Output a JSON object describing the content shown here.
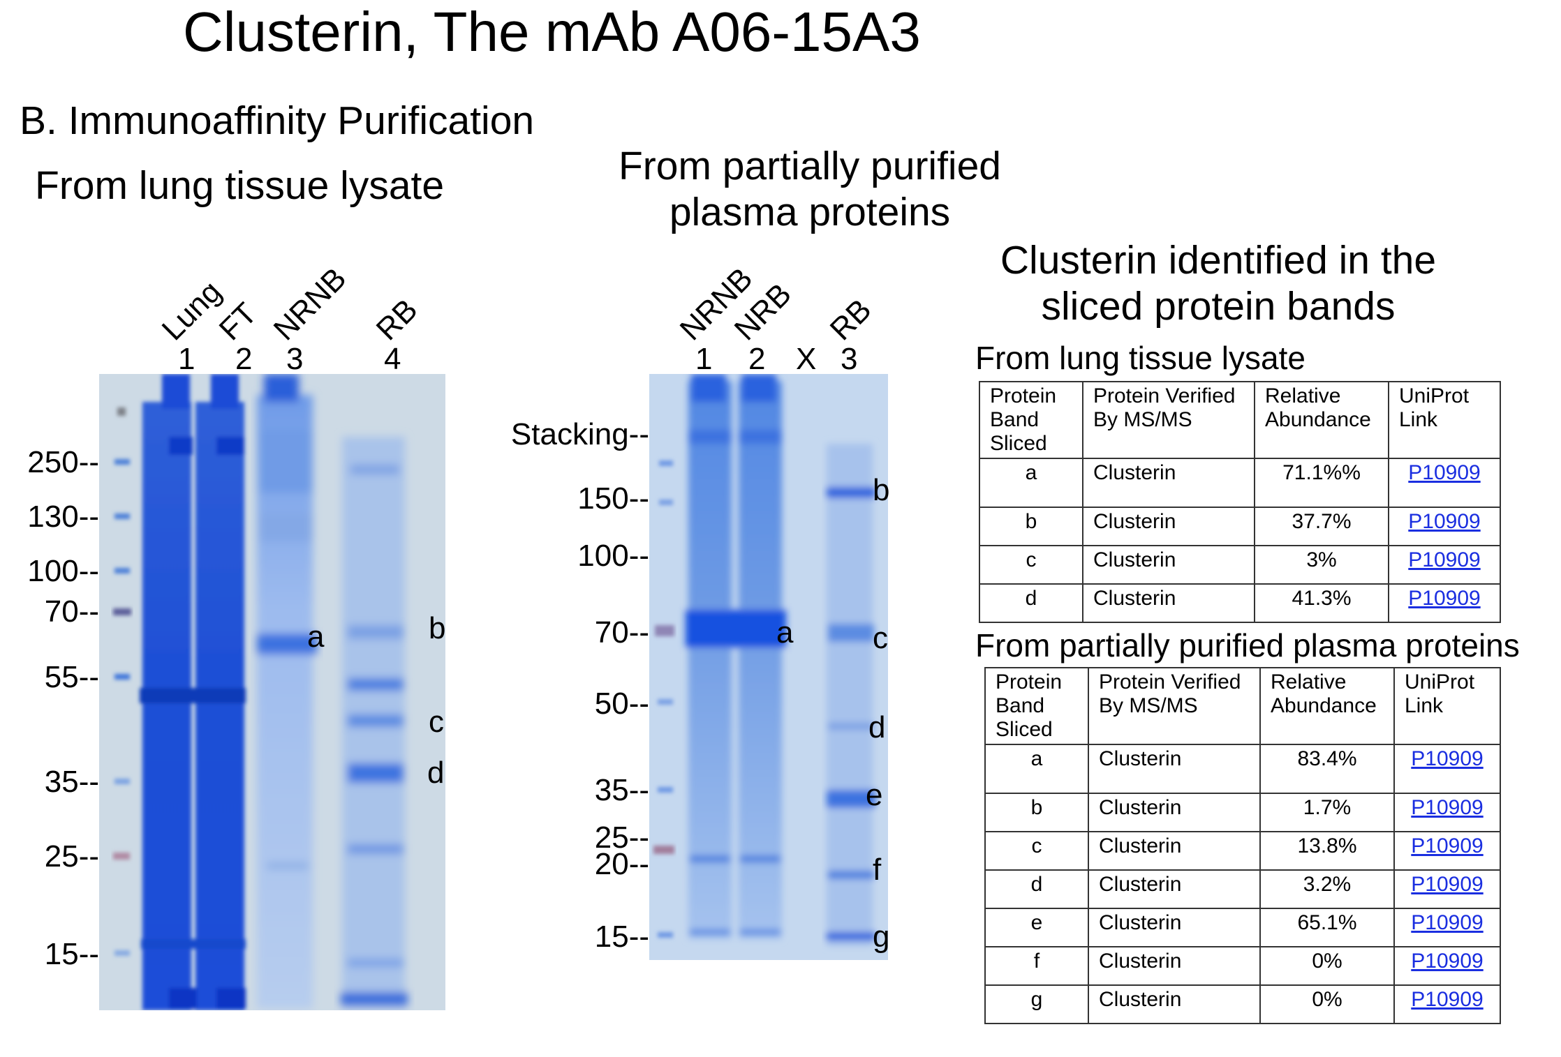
{
  "title": "Clusterin, The mAb A06-15A3",
  "section": "B. Immunoaffinity Purification",
  "gel1": {
    "caption": "From lung tissue lysate",
    "lane_names": [
      "Lung",
      "FT",
      "NRNB",
      "RB"
    ],
    "lane_numbers": [
      "1",
      "2",
      "3",
      "4"
    ],
    "markers": [
      "250--",
      "130--",
      "100--",
      "70--",
      "55--",
      "35--",
      "25--",
      "15--"
    ],
    "bands": [
      "a",
      "b",
      "c",
      "d"
    ]
  },
  "gel2": {
    "caption": "From partially purified plasma proteins",
    "lane_names": [
      "NRNB",
      "NRB",
      "RB"
    ],
    "lane_numbers": [
      "1",
      "2",
      "X",
      "3"
    ],
    "markers": [
      "Stacking--",
      "150--",
      "100--",
      "70--",
      "50--",
      "35--",
      "25--",
      "20--",
      "15--"
    ],
    "bands": [
      "a",
      "b",
      "c",
      "d",
      "e",
      "f",
      "g"
    ]
  },
  "results": {
    "heading": "Clusterin identified in the sliced protein bands",
    "headers": [
      "Protein Band Sliced",
      "Protein Verified By MS/MS",
      "Relative Abundance",
      "UniProt Link"
    ],
    "table1": {
      "caption": "From lung tissue lysate",
      "rows": [
        {
          "band": "a",
          "protein": "Clusterin",
          "abundance": "71.1%%",
          "link": "P10909"
        },
        {
          "band": "b",
          "protein": "Clusterin",
          "abundance": "37.7%",
          "link": "P10909"
        },
        {
          "band": "c",
          "protein": "Clusterin",
          "abundance": "3%",
          "link": "P10909"
        },
        {
          "band": "d",
          "protein": "Clusterin",
          "abundance": "41.3%",
          "link": "P10909"
        }
      ]
    },
    "table2": {
      "caption": "From partially purified plasma proteins",
      "rows": [
        {
          "band": "a",
          "protein": "Clusterin",
          "abundance": "83.4%",
          "link": "P10909"
        },
        {
          "band": "b",
          "protein": "Clusterin",
          "abundance": "1.7%",
          "link": "P10909"
        },
        {
          "band": "c",
          "protein": "Clusterin",
          "abundance": "13.8%",
          "link": "P10909"
        },
        {
          "band": "d",
          "protein": "Clusterin",
          "abundance": "3.2%",
          "link": "P10909"
        },
        {
          "band": "e",
          "protein": "Clusterin",
          "abundance": "65.1%",
          "link": "P10909"
        },
        {
          "band": "f",
          "protein": "Clusterin",
          "abundance": "0%",
          "link": "P10909"
        },
        {
          "band": "g",
          "protein": "Clusterin",
          "abundance": "0%",
          "link": "P10909"
        }
      ]
    }
  }
}
